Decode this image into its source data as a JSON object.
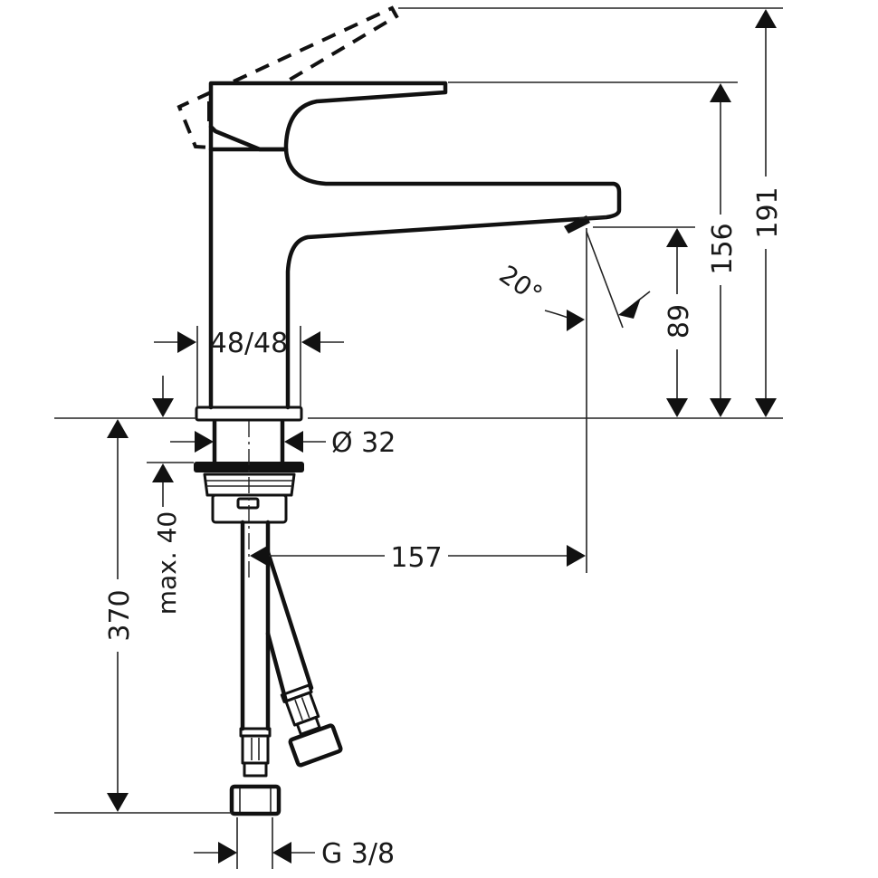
{
  "drawing": {
    "title": "Basin mixer faucet dimension drawing",
    "units": "mm",
    "colors": {
      "line": "#111111",
      "background": "#ffffff"
    }
  },
  "dimensions": {
    "total_height": "191",
    "handle_height": "156",
    "spout_height": "89",
    "spout_angle": "20°",
    "body_width": "48/48",
    "shank_diameter": "Ø 32",
    "max_counter_thickness": "max. 40",
    "hose_length": "370",
    "spout_reach": "157",
    "connection_thread": "G 3/8"
  }
}
